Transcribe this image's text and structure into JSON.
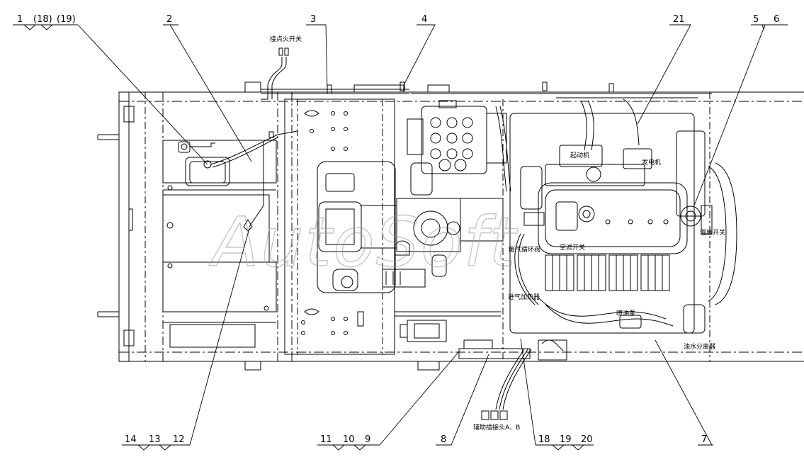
{
  "watermark": "AutoSoft",
  "callouts": {
    "top_left": {
      "a": "1",
      "b": "(18)",
      "c": "(19)"
    },
    "c2": "2",
    "c3": "3",
    "c4": "4",
    "c21": "21",
    "c5": "5",
    "c6": "6",
    "bottom_left": {
      "a": "14",
      "b": "13",
      "c": "12"
    },
    "bottom_mid": {
      "a": "11",
      "b": "10",
      "c": "9"
    },
    "c8": "8",
    "bottom_right": {
      "a": "18",
      "b": "19",
      "c": "20"
    },
    "c7": "7"
  },
  "labels": {
    "ignition": "接点火开关",
    "starter": "起动机",
    "generator": "发电机",
    "temp_switch": "温度开关",
    "egr_valve": "废气循环阀",
    "air_filter_switch": "空滤开关",
    "intake_heater": "进气加热器",
    "oil_pump": "喷油泵",
    "water_separator": "油水分离器",
    "aux_connector": "辅助插接头A、B"
  }
}
